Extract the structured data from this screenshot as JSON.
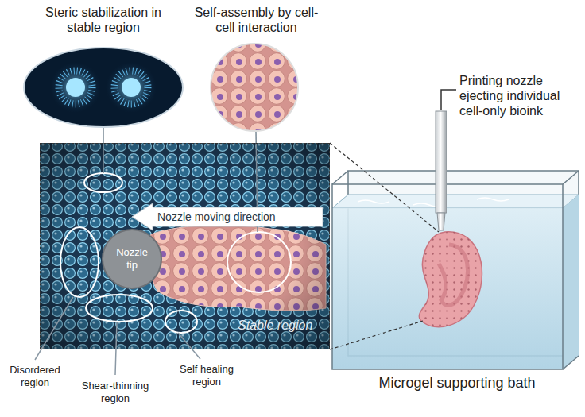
{
  "diagram": {
    "nodes": [
      {
        "text": [
          "Stable region"
        ]
      },
      {
        "text": [
          "Nozzle moving direction"
        ],
        "in": 0
      },
      {
        "text": [
          "Nozzle tip"
        ],
        "in": 0
      }
    ],
    "labels": [
      "Steric stabilization in stable region",
      "Self-assembly by cell-cell interaction",
      "Printing nozzle ejecting individual cell-only bioink",
      "Disordered region",
      "Shear-thinning region",
      "Self healing region",
      "Microgel supporting bath"
    ]
  }
}
